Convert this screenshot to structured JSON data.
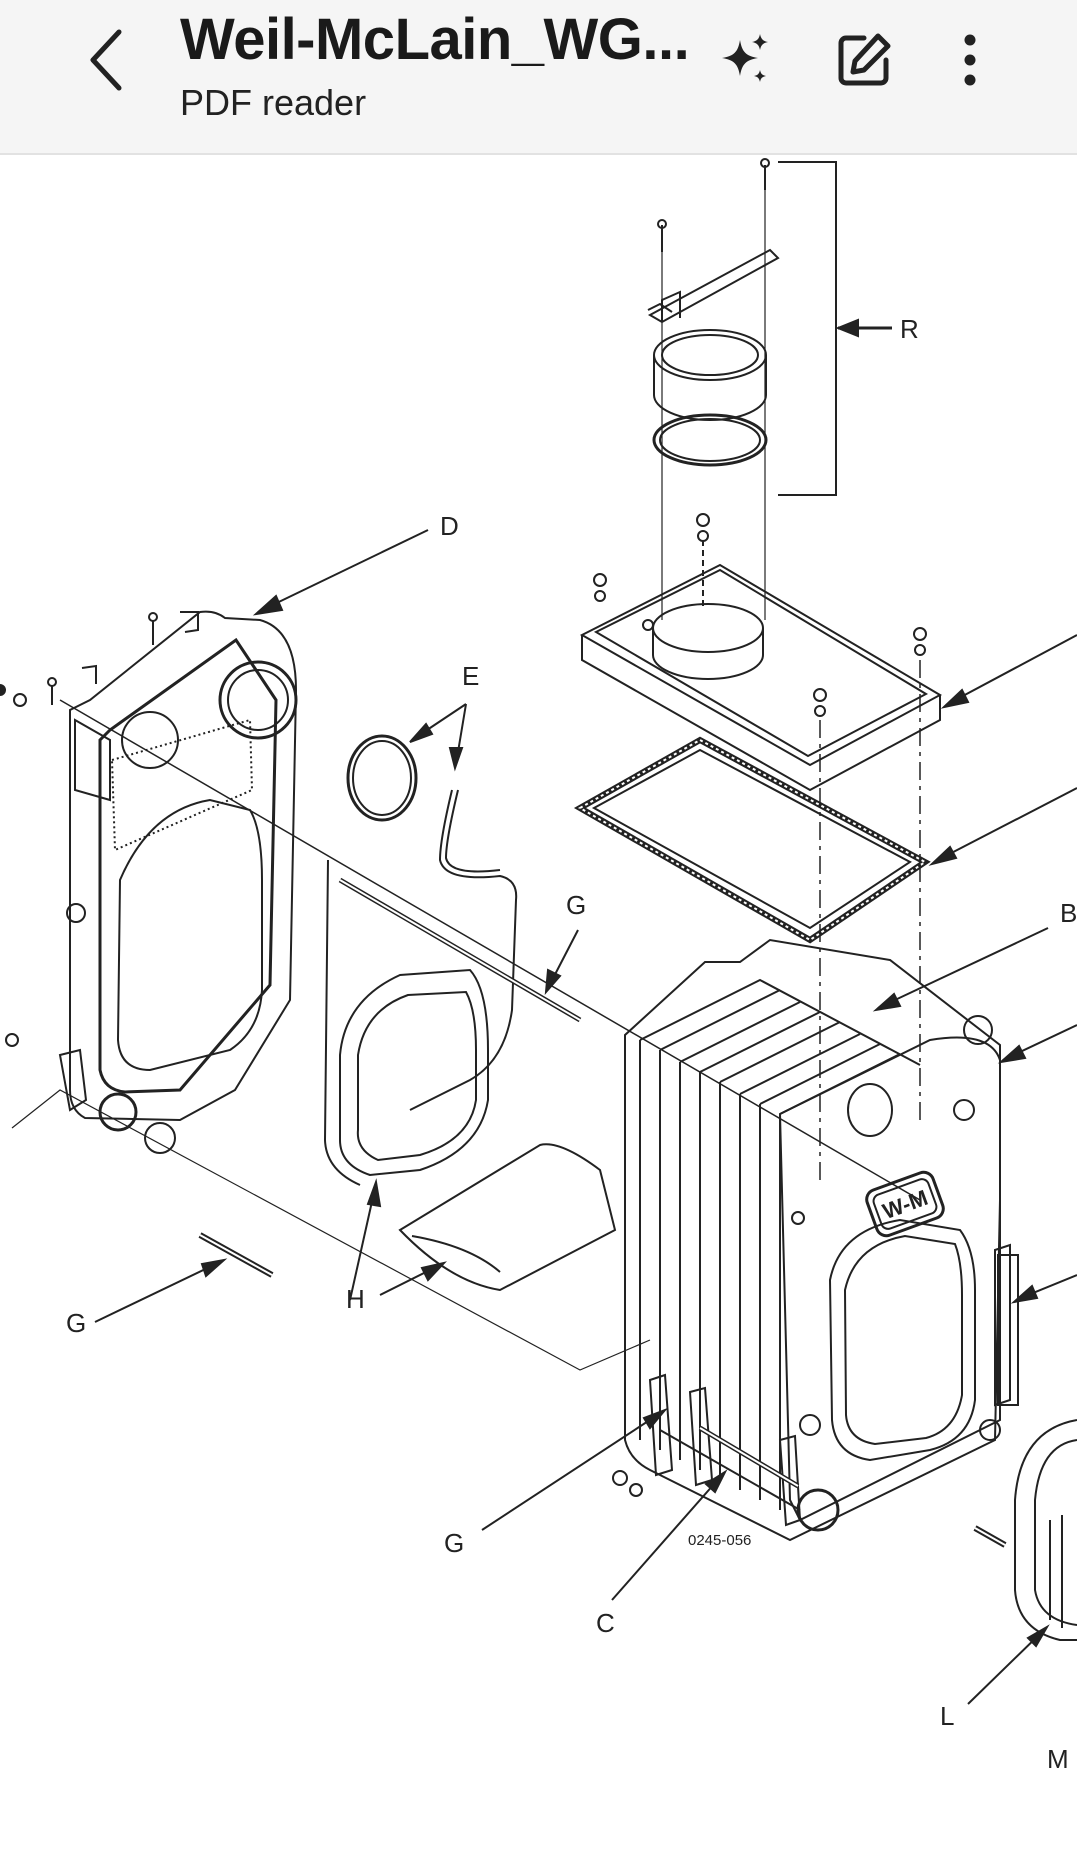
{
  "header": {
    "title": "Weil-McLain_WG...",
    "subtitle": "PDF reader",
    "back_icon": "chevron-left-icon",
    "ai_icon": "sparkles-icon",
    "edit_icon": "edit-icon",
    "more_icon": "more-vert-icon"
  },
  "document": {
    "figure_number": "0245-056",
    "logo_text": "W-M",
    "callouts": {
      "r": "R",
      "d": "D",
      "e": "E",
      "g1": "G",
      "b": "B",
      "g2": "G",
      "h": "H",
      "g3": "G",
      "c": "C",
      "l": "L",
      "m": "M"
    }
  },
  "colors": {
    "appbar_bg": "#f5f5f5",
    "text": "#1a1a1a",
    "line": "#222222"
  }
}
